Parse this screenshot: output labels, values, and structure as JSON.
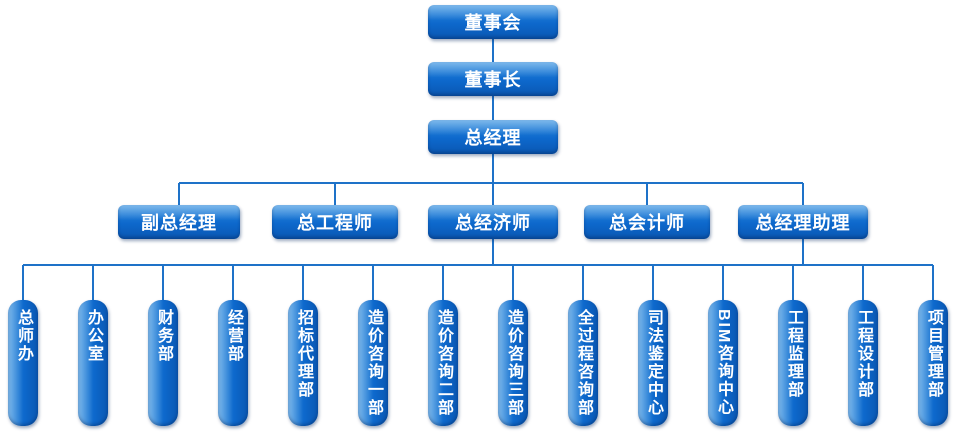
{
  "colors": {
    "box_blue_light": "#2e8ee0",
    "box_blue_dark": "#0a57b2",
    "connector_line": "#1e72c8",
    "label_text": "#ffffff",
    "background": "#ffffff"
  },
  "org": {
    "board": {
      "label": "董事会"
    },
    "chairman": {
      "label": "董事长"
    },
    "general_manager": {
      "label": "总经理"
    },
    "executives": [
      {
        "label": "副总经理"
      },
      {
        "label": "总工程师"
      },
      {
        "label": "总经济师"
      },
      {
        "label": "总会计师"
      },
      {
        "label": "总经理助理"
      }
    ],
    "departments": [
      {
        "label": "总师办"
      },
      {
        "label": "办公室"
      },
      {
        "label": "财务部"
      },
      {
        "label": "经营部"
      },
      {
        "label": "招标代理部"
      },
      {
        "label": "造价咨询一部"
      },
      {
        "label": "造价咨询二部"
      },
      {
        "label": "造价咨询三部"
      },
      {
        "label": "全过程咨询部"
      },
      {
        "label": "司法鉴定中心"
      },
      {
        "label": "BIM咨询中心"
      },
      {
        "label": "工程监理部"
      },
      {
        "label": "工程设计部"
      },
      {
        "label": "项目管理部"
      }
    ]
  }
}
